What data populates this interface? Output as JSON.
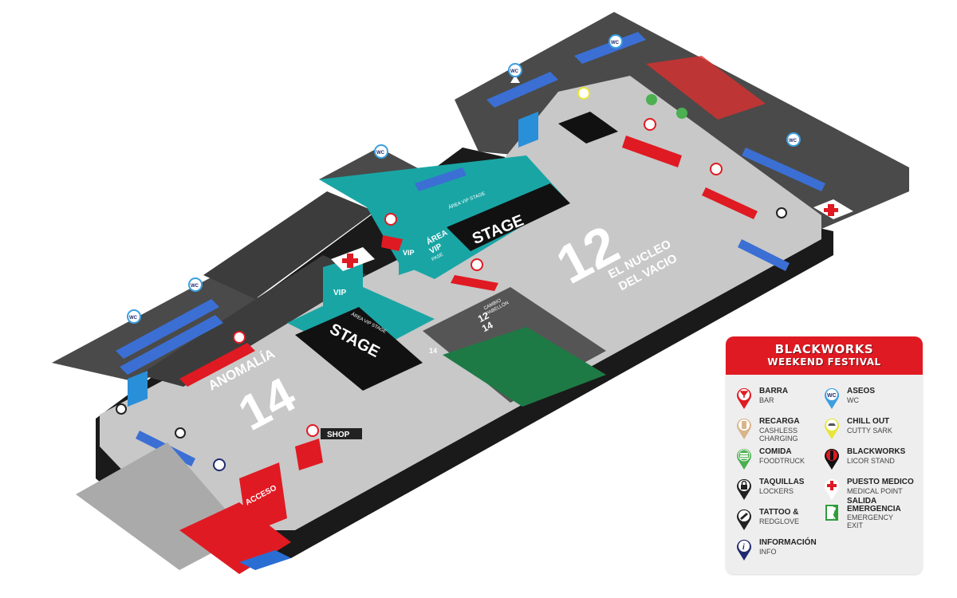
{
  "map": {
    "stage_left": "STAGE",
    "stage_right": "STAGE",
    "zone_14_name": "ANOMALÍA",
    "zone_14_number": "14",
    "zone_12_number": "12",
    "zone_12_name_line1": "EL NUCLEO",
    "zone_12_name_line2": "DEL VACIO",
    "vip_area_left": "ÁREA VIP STAGE",
    "vip_area_right": "ÁREA VIP STAGE",
    "area_vip_line1": "ÁREA",
    "area_vip_line2": "VIP",
    "area_vip_line3": "PASE",
    "vip_booth_left": "VIP",
    "vip_booth_right": "VIP",
    "shop": "SHOP",
    "acceso": "ACCESO",
    "pavilion_label_1": "CAMBIO",
    "pavilion_label_2": "PABELLÓN",
    "pavilion_12": "12",
    "pavilion_14": "14",
    "pavilion_side_14": "14",
    "wc": "WC"
  },
  "legend": {
    "title_line1": "BLACKWORKS",
    "title_line2": "WEEKEND FESTIVAL",
    "items": [
      {
        "label": "BARRA",
        "sub1": "BAR",
        "sub2": "",
        "icon": "cocktail-icon",
        "color": "#e01a22"
      },
      {
        "label": "ASEOS",
        "sub1": "WC",
        "sub2": "",
        "icon": "wc-icon",
        "color": "#3b9fe0"
      },
      {
        "label": "RECARGA",
        "sub1": "CASHLESS",
        "sub2": "CHARGING",
        "icon": "cashless-icon",
        "color": "#d9b48a"
      },
      {
        "label": "CHILL OUT",
        "sub1": "CUTTY SARK",
        "sub2": "",
        "icon": "chillout-icon",
        "color": "#e6e63a"
      },
      {
        "label": "COMIDA",
        "sub1": "FOODTRUCK",
        "sub2": "",
        "icon": "food-icon",
        "color": "#4caf50"
      },
      {
        "label": "BLACKWORKS",
        "sub1": "LICOR STAND",
        "sub2": "",
        "icon": "bottle-icon",
        "color": "#e01a22"
      },
      {
        "label": "TAQUILLAS",
        "sub1": "LOCKERS",
        "sub2": "",
        "icon": "lock-icon",
        "color": "#222222"
      },
      {
        "label": "PUESTO MEDICO",
        "sub1": "MEDICAL POINT",
        "sub2": "",
        "icon": "medical-cross-icon",
        "color": "#e01a22"
      },
      {
        "label": "TATTOO &",
        "sub1": "REDGLOVE",
        "sub2": "",
        "icon": "tattoo-icon",
        "color": "#222222"
      },
      {
        "label": "SALIDA",
        "sub1": "EMERGENCIA",
        "sub2": "EMERGENCY",
        "sub3": "EXIT",
        "icon": "emergency-exit-icon",
        "color": "#2e9e3a"
      },
      {
        "label": "INFORMACIÓN",
        "sub1": "INFO",
        "sub2": "",
        "icon": "info-icon",
        "color": "#1f2a6e"
      }
    ]
  },
  "colors": {
    "accent_red": "#e01a22",
    "teal": "#1aa5a5",
    "floor": "#cfcfcf",
    "wall": "#555555",
    "blue_chairs": "#3b6fd4",
    "green_dancefloor": "#1e7a45"
  }
}
